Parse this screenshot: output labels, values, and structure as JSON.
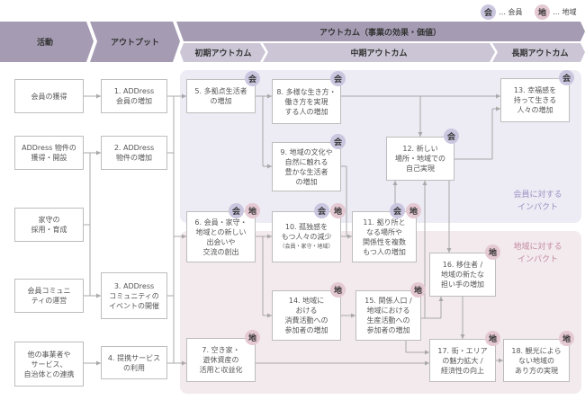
{
  "legend": [
    {
      "badge": "会",
      "label": "… 会員",
      "kind": "member"
    },
    {
      "badge": "地",
      "label": "… 地域",
      "kind": "region"
    }
  ],
  "header": {
    "activities": "活動",
    "outputs": "アウトプット",
    "outcomes": "アウトカム（事業の効果・価値）",
    "early": "初期アウトカム",
    "mid": "中期アウトカム",
    "long": "長期アウトカム"
  },
  "colors": {
    "header_dark": "#a59cb3",
    "header_light": "#cbc5d5",
    "member_region": "#edebf4",
    "regional_region": "#f3eaee",
    "member_badge": "#cbc6df",
    "region_badge": "#e4c8d2"
  },
  "impacts": {
    "member": "会員に対する\nインパクト",
    "regional": "地域に対する\nインパクト"
  },
  "nodes": [
    {
      "id": "a1",
      "text": "会員の獲得",
      "badges": []
    },
    {
      "id": "a2",
      "text": "ADDress 物件の\n獲得・開設",
      "badges": []
    },
    {
      "id": "a3",
      "text": "家守の\n採用・育成",
      "badges": []
    },
    {
      "id": "a4",
      "text": "会員コミュニ\nティの運営",
      "badges": []
    },
    {
      "id": "a5",
      "text": "他の事業者や\nサービス、\n自治体との連携",
      "badges": []
    },
    {
      "id": "o1",
      "text": "1. ADDress\n会員の増加",
      "badges": []
    },
    {
      "id": "o2",
      "text": "2. ADDress\n物件の増加",
      "badges": []
    },
    {
      "id": "o3",
      "text": "3. ADDress\nコミュニティの\nイベントの開催",
      "badges": []
    },
    {
      "id": "o4",
      "text": "4. 提携サービス\nの利用",
      "badges": []
    },
    {
      "id": "n5",
      "text": "5. 多拠点生活者\nの増加",
      "badges": [
        "会"
      ]
    },
    {
      "id": "n6",
      "text": "6. 会員・家守・\n地域との新しい\n出会いや\n交流の創出",
      "badges": [
        "会",
        "地"
      ]
    },
    {
      "id": "n7",
      "text": "7. 空き家・\n遊休資産の\n活用と収益化",
      "badges": [
        "地"
      ]
    },
    {
      "id": "n8",
      "text": "8. 多様な生き方・\n働き方を実現\nする人の増加",
      "badges": [
        "会"
      ]
    },
    {
      "id": "n9",
      "text": "9. 地域の文化や\n自然に触れる\n豊かな生活者\nの増加",
      "badges": [
        "会"
      ]
    },
    {
      "id": "n10",
      "text": "10. 孤独感を\nもつ人々の減少",
      "sub": "（会員・家守・地域）",
      "badges": [
        "会",
        "地"
      ]
    },
    {
      "id": "n11",
      "text": "11. 拠り所と\nなる場所や\n関係性を複数\nもつ人の増加",
      "badges": [
        "会",
        "地"
      ]
    },
    {
      "id": "n12",
      "text": "12. 新しい\n場所・地域での\n自己実現",
      "badges": [
        "会"
      ]
    },
    {
      "id": "n13",
      "text": "13. 幸福感を\n持って生きる\n人々の増加",
      "badges": [
        "会"
      ]
    },
    {
      "id": "n14",
      "text": "14. 地域に\nおける\n消費活動への\n参加者の増加",
      "badges": [
        "地"
      ]
    },
    {
      "id": "n15",
      "text": "15. 関係人口 /\n地域における\n生産活動への\n参加者の増加",
      "badges": [
        "地"
      ]
    },
    {
      "id": "n16",
      "text": "16. 移住者 /\n地域の新たな\n担い手の増加",
      "badges": [
        "地"
      ]
    },
    {
      "id": "n17",
      "text": "17. 街・エリア\nの魅力拡大 /\n経済性の向上",
      "badges": [
        "地"
      ]
    },
    {
      "id": "n18",
      "text": "18. 観光によら\nない地域の\nあり方の実現",
      "badges": [
        "地"
      ]
    }
  ]
}
